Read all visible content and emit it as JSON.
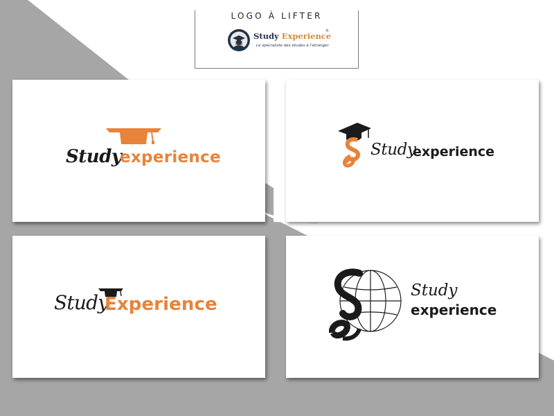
{
  "header": {
    "title": "LOGO À LIFTER",
    "current_logo": {
      "name_main": "Study ",
      "name_accent": "Experience",
      "registered": "®",
      "tagline": "Le spécialiste des études à l'étranger"
    }
  },
  "proposals": [
    {
      "word1": "Study",
      "word2": "experience",
      "icon": "graduation-cap-icon"
    },
    {
      "word1": "Study",
      "word2": "experience",
      "icon": "se-monogram-cap-icon"
    },
    {
      "word1": "Study",
      "word2": "Experience",
      "icon": "graduation-cap-icon"
    },
    {
      "word1": "Study",
      "word2": "experience",
      "icon": "se-globe-icon"
    }
  ],
  "colors": {
    "accent": "#e8833a",
    "dark": "#1b1b1b",
    "background_grey": "#a6a6a6",
    "card": "#ffffff"
  }
}
